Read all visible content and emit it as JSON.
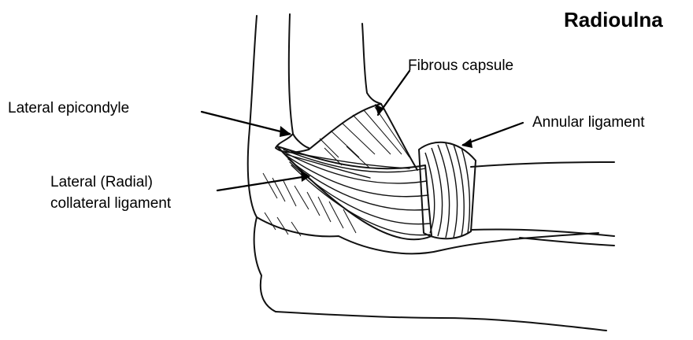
{
  "title": "Radioulna",
  "labels": {
    "fibrous_capsule": "Fibrous capsule",
    "lateral_epicondyle": "Lateral epicondyle",
    "annular_ligament": "Annular ligament",
    "lateral_collateral_line1": "Lateral (Radial)",
    "lateral_collateral_line2": "collateral ligament"
  },
  "colors": {
    "ink": "#000000",
    "background": "#ffffff"
  }
}
